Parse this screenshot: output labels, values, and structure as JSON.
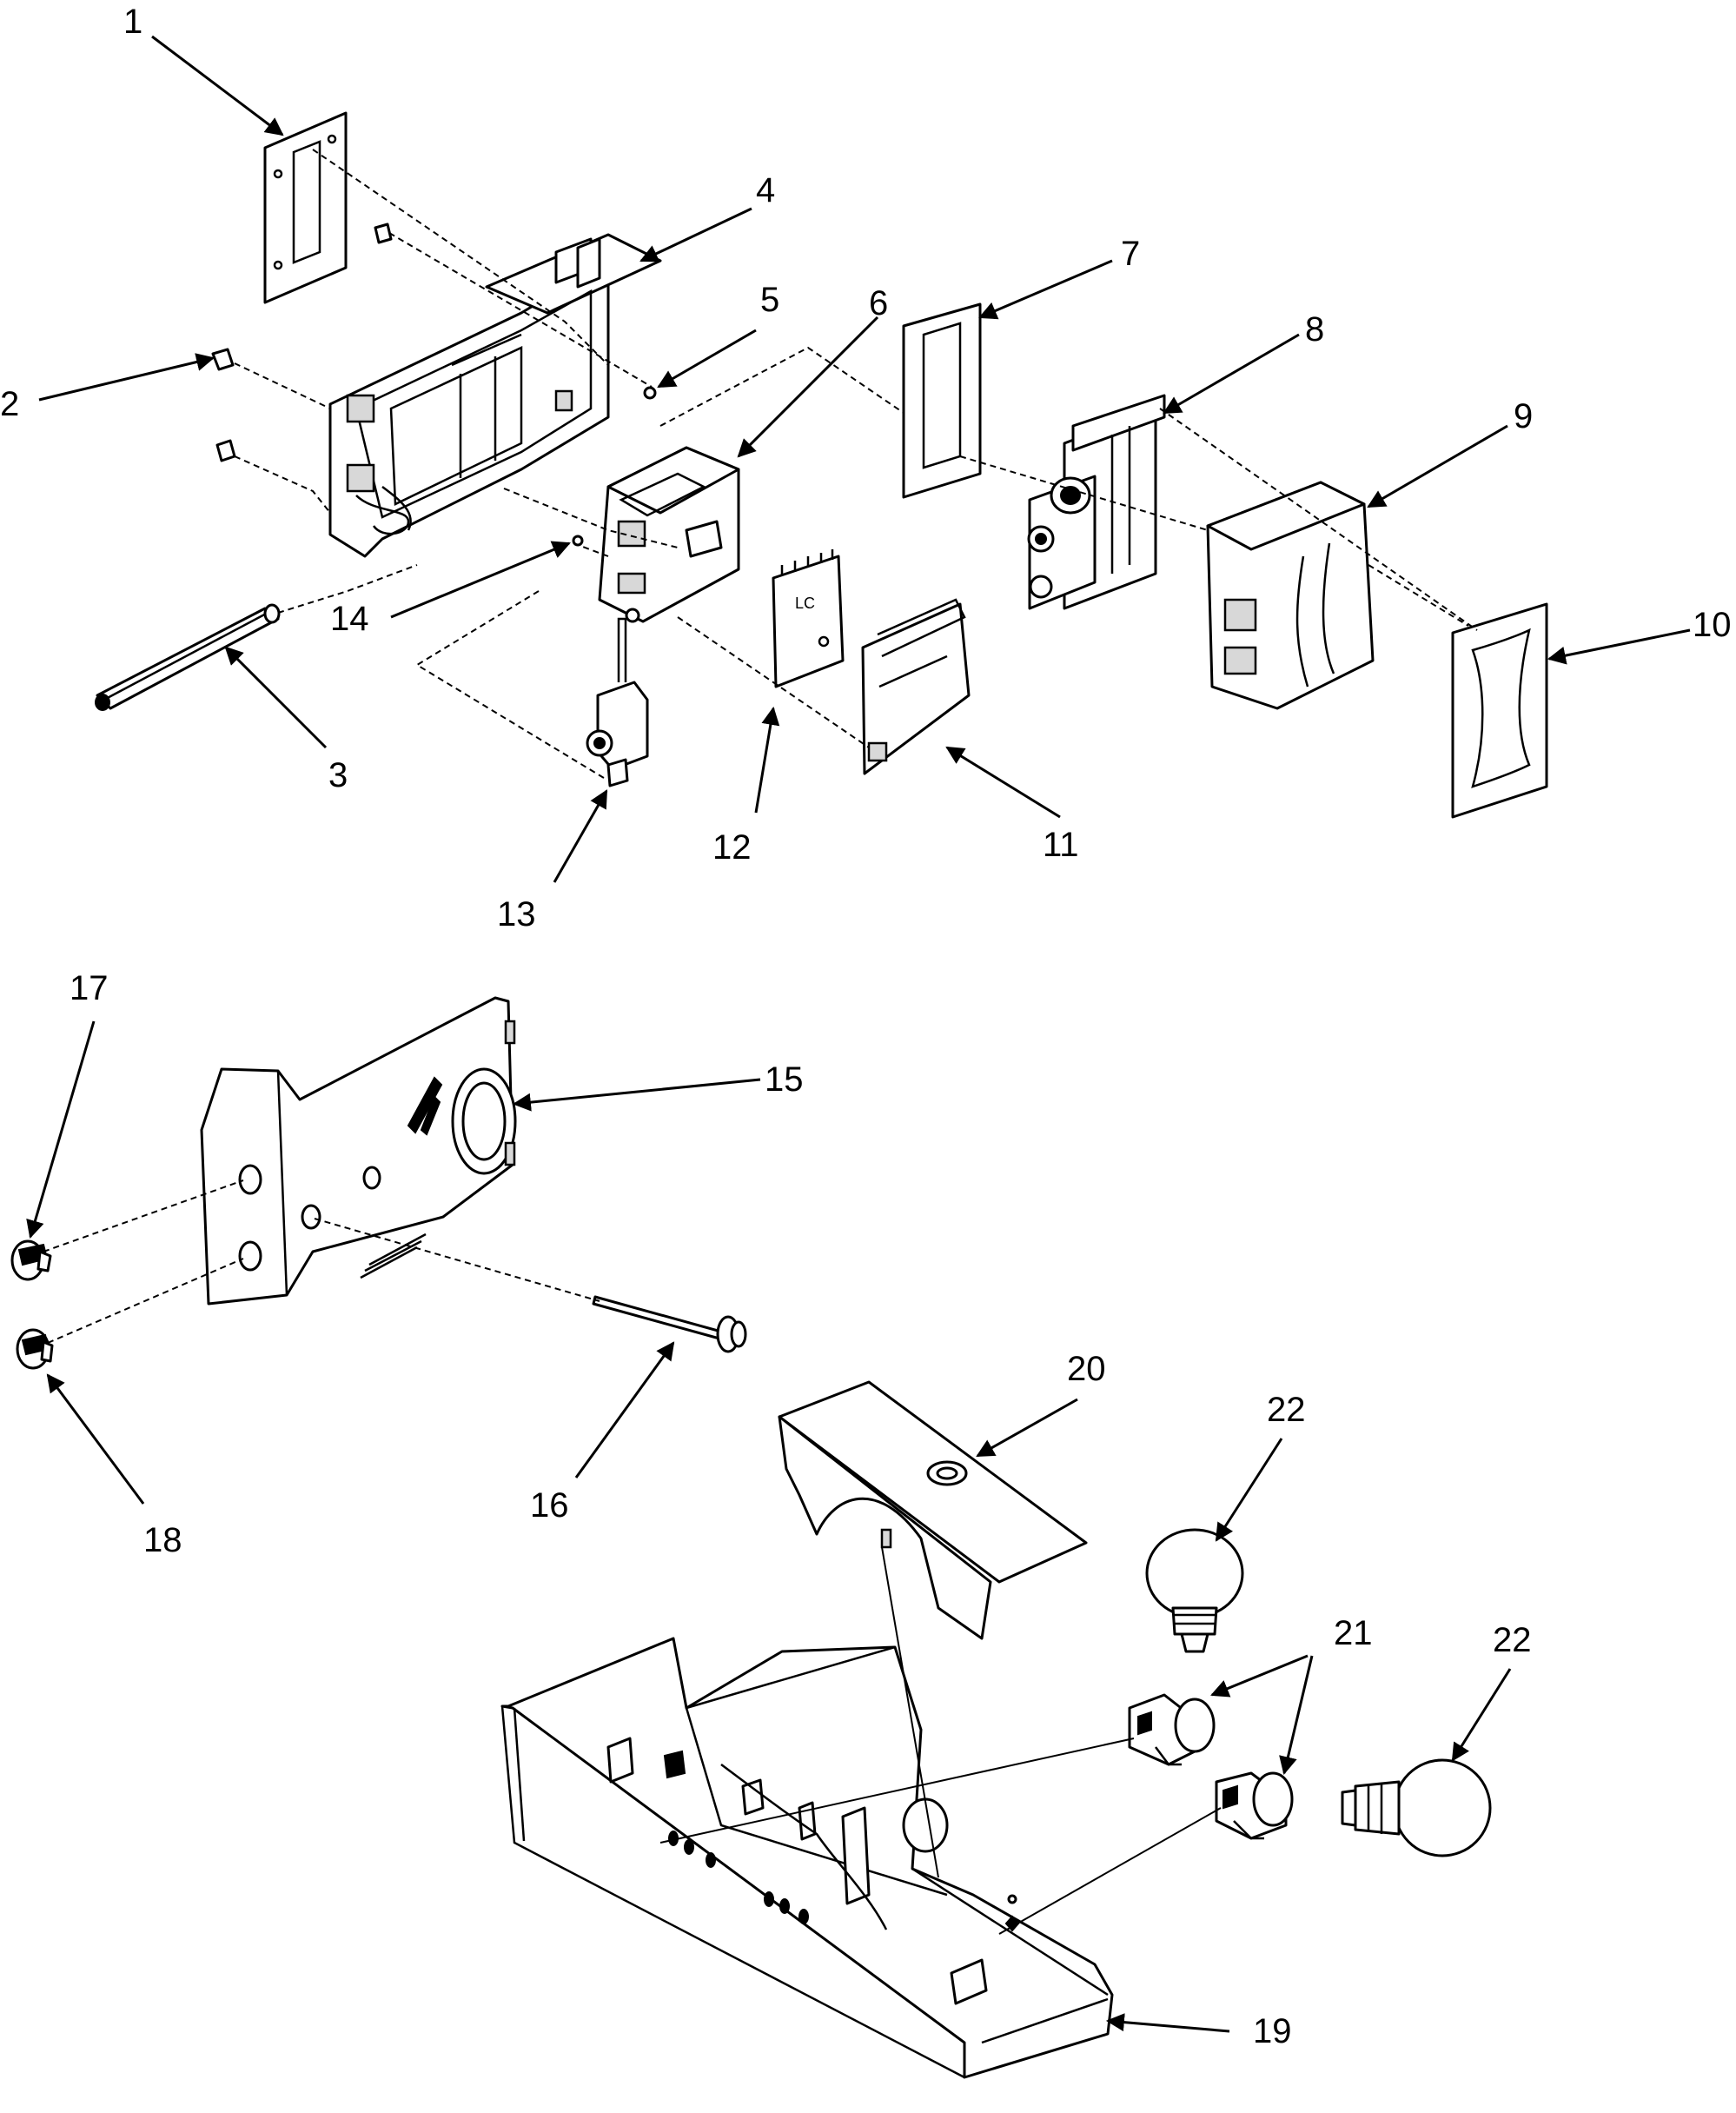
{
  "diagram": {
    "type": "exploded-parts-diagram",
    "callouts": [
      "1",
      "2",
      "3",
      "4",
      "5",
      "6",
      "7",
      "8",
      "9",
      "10",
      "11",
      "12",
      "13",
      "14",
      "15",
      "16",
      "17",
      "18",
      "19",
      "20",
      "21",
      "22",
      "22"
    ],
    "colors": {
      "ink": "#000000",
      "background": "#ffffff",
      "shade": "#d8d8d8"
    }
  }
}
